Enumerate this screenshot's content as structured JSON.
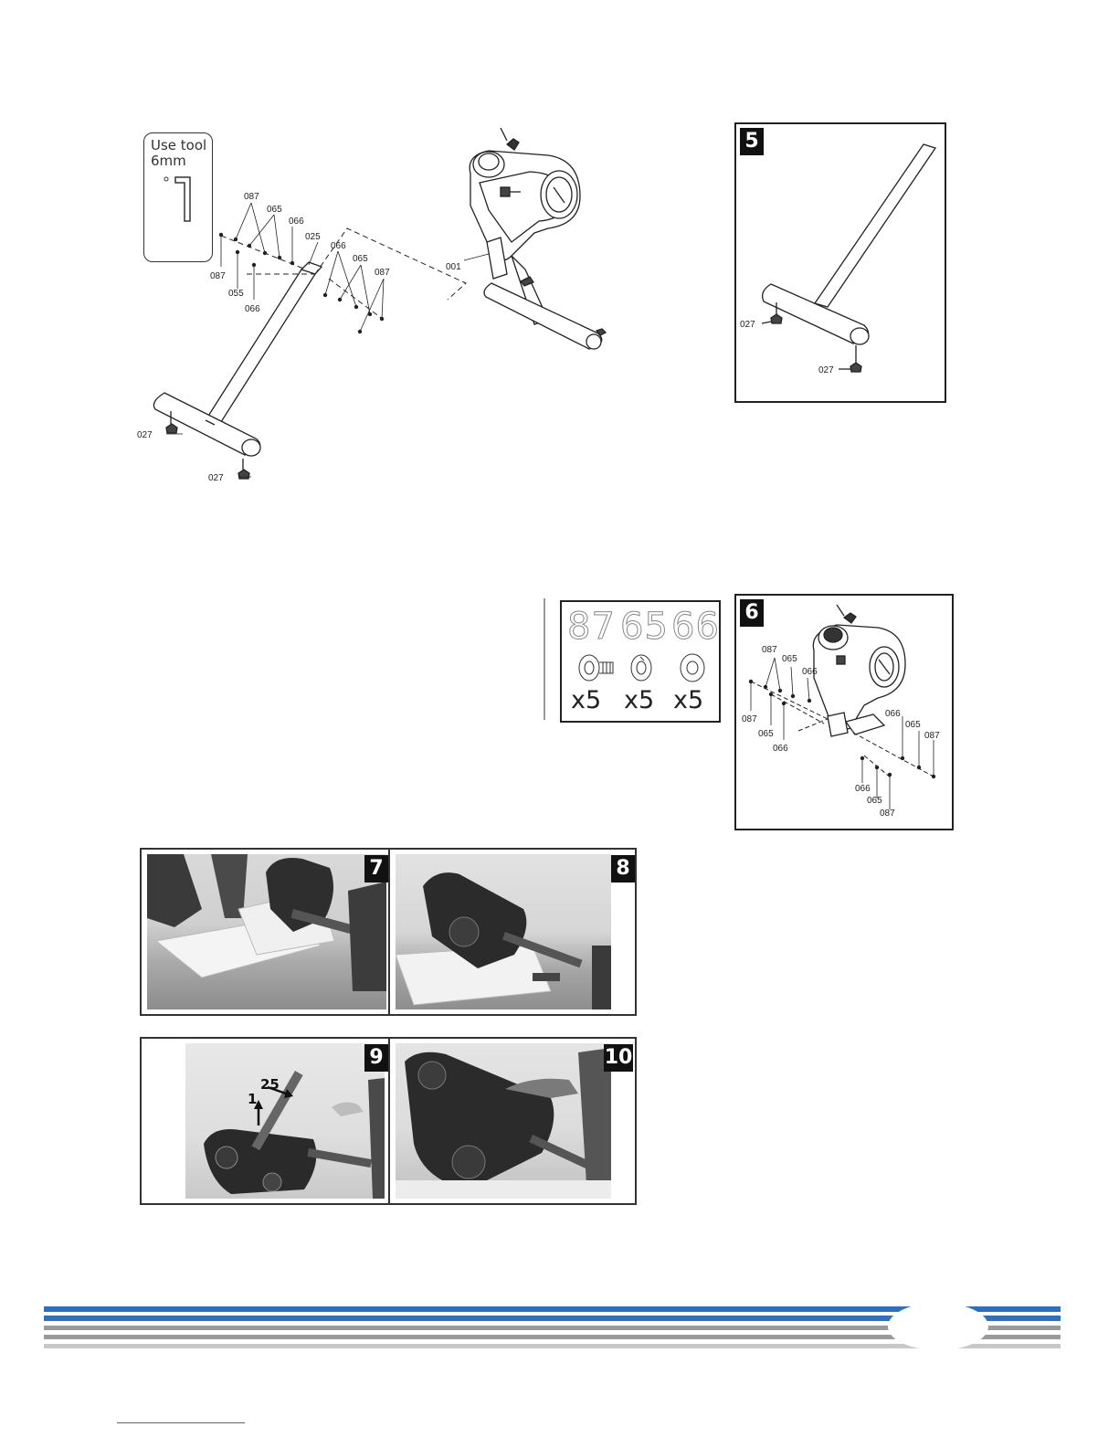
{
  "tool_note": {
    "line1": "Use tool",
    "line2": "6mm"
  },
  "main_diagram": {
    "labels": {
      "p087a": "087",
      "p065a": "065",
      "p066a": "066",
      "p025": "025",
      "p087b": "087",
      "p055": "055",
      "p066b": "066",
      "p066c": "066",
      "p065b": "065",
      "p087c": "087",
      "p001": "001",
      "p027a": "027",
      "p027b": "027"
    }
  },
  "step5": {
    "number": "5",
    "labels": {
      "p027a": "027",
      "p027b": "027"
    }
  },
  "parts": {
    "items": [
      {
        "code": "87",
        "qty": "x5"
      },
      {
        "code": "65",
        "qty": "x5"
      },
      {
        "code": "66",
        "qty": "x5"
      }
    ]
  },
  "step6": {
    "number": "6",
    "labels": {
      "p087a": "087",
      "p065a": "065",
      "p066a": "066",
      "p087b": "087",
      "p065b": "065",
      "p066b": "066",
      "p066c": "066",
      "p065c": "065",
      "p087c": "087",
      "p066d": "066",
      "p065d": "065",
      "p087d": "087"
    }
  },
  "photos": {
    "p7": {
      "number": "7"
    },
    "p8": {
      "number": "8"
    },
    "p9": {
      "number": "9",
      "callout_a": "25",
      "callout_b": "1"
    },
    "p10": {
      "number": "10"
    }
  },
  "footer": {
    "colors": {
      "blue": "#2f6fbf",
      "gray": "#9a9a9a",
      "light": "#c8c8c8"
    }
  }
}
